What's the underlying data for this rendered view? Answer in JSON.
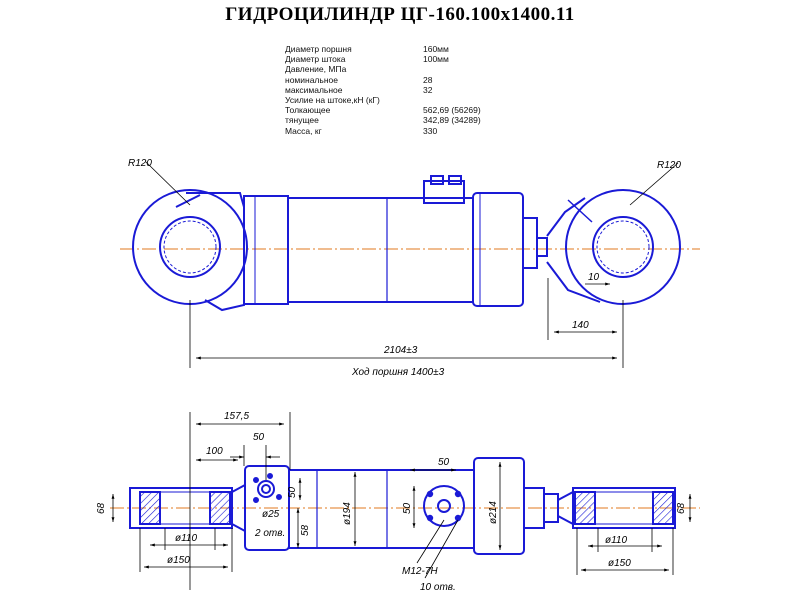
{
  "title": "ГИДРОЦИЛИНДР  ЦГ-160.100х1400.11",
  "specs": [
    {
      "label": "Диаметр поршня",
      "value": "160мм"
    },
    {
      "label": "Диаметр штока",
      "value": "100мм"
    },
    {
      "label": "Давление, МПа",
      "value": ""
    },
    {
      "label": "номинальное",
      "value": "28"
    },
    {
      "label": "максимальное",
      "value": "32"
    },
    {
      "label": "Усилие на штоке,кН (кГ)",
      "value": ""
    },
    {
      "label": "Толкающее",
      "value": "562,69  (56269)"
    },
    {
      "label": "тянущее",
      "value": "342,89  (34289)"
    },
    {
      "label": "Масса,  кг",
      "value": "330"
    }
  ],
  "dims": {
    "r_left": "R120",
    "r_right": "R120",
    "d10_top": "10",
    "d140": "140",
    "overall": "2104±3",
    "stroke": "Ход поршня 1400±3",
    "d157": "157,5",
    "d50_left": "50",
    "d100": "100",
    "d68_left": "68",
    "d50_vert": "50",
    "phi25": "ø25",
    "two_holes": "2 отв.",
    "d58": "58",
    "phi194": "ø194",
    "phi110_left": "ø110",
    "phi150_left": "ø150",
    "d50_top_mid": "50",
    "d50_mid_vert": "50",
    "phi214": "ø214",
    "m12": "M12-7H",
    "ten_holes": "10 отв.",
    "phi110_right": "ø110",
    "phi150_right": "ø150",
    "d68_right": "68"
  },
  "colors": {
    "outline": "#1a1ad6",
    "dimension": "#000000",
    "axis": "#e07a1f"
  }
}
